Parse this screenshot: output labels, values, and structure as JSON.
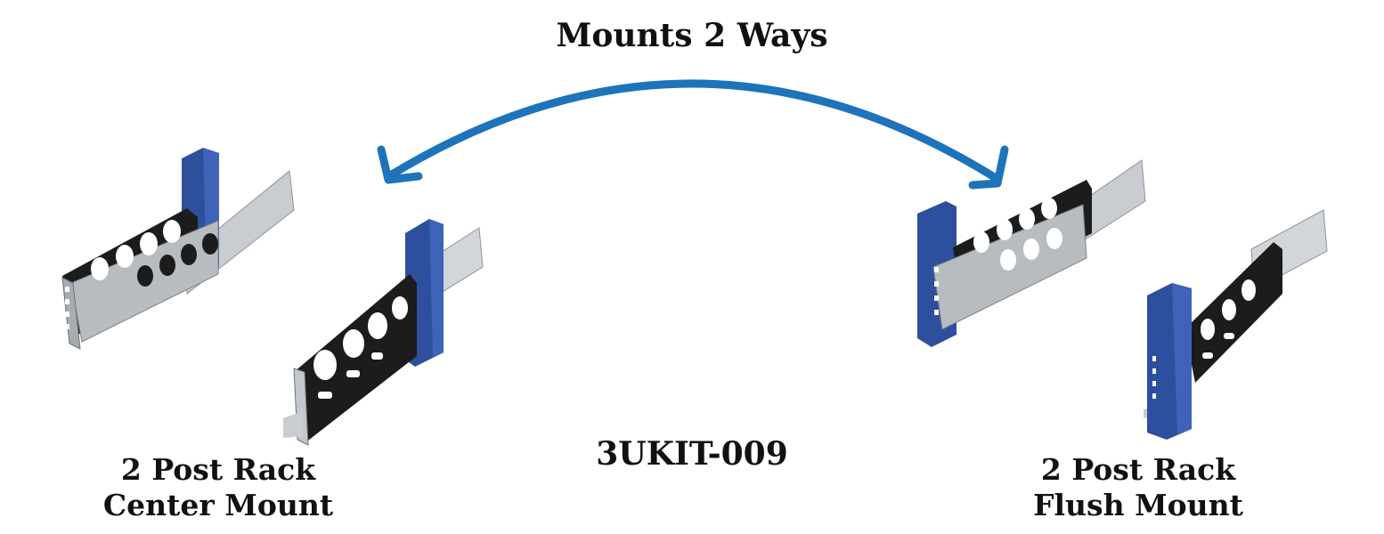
{
  "title": "Mounts 2 Ways",
  "model": "3UKIT-009",
  "left_caption": {
    "line1": "2 Post Rack",
    "line2": "Center Mount"
  },
  "right_caption": {
    "line1": "2 Post Rack",
    "line2": "Flush Mount"
  },
  "colors": {
    "arrow": "#1e74bb",
    "post": "#2d4f9e",
    "bracket": "#1c1c1c",
    "rail": "#c9cdd1"
  },
  "icons": [
    "double-curved-arrow-icon",
    "rack-rail-kit-center-mount-icon",
    "rack-rail-kit-flush-mount-icon"
  ]
}
